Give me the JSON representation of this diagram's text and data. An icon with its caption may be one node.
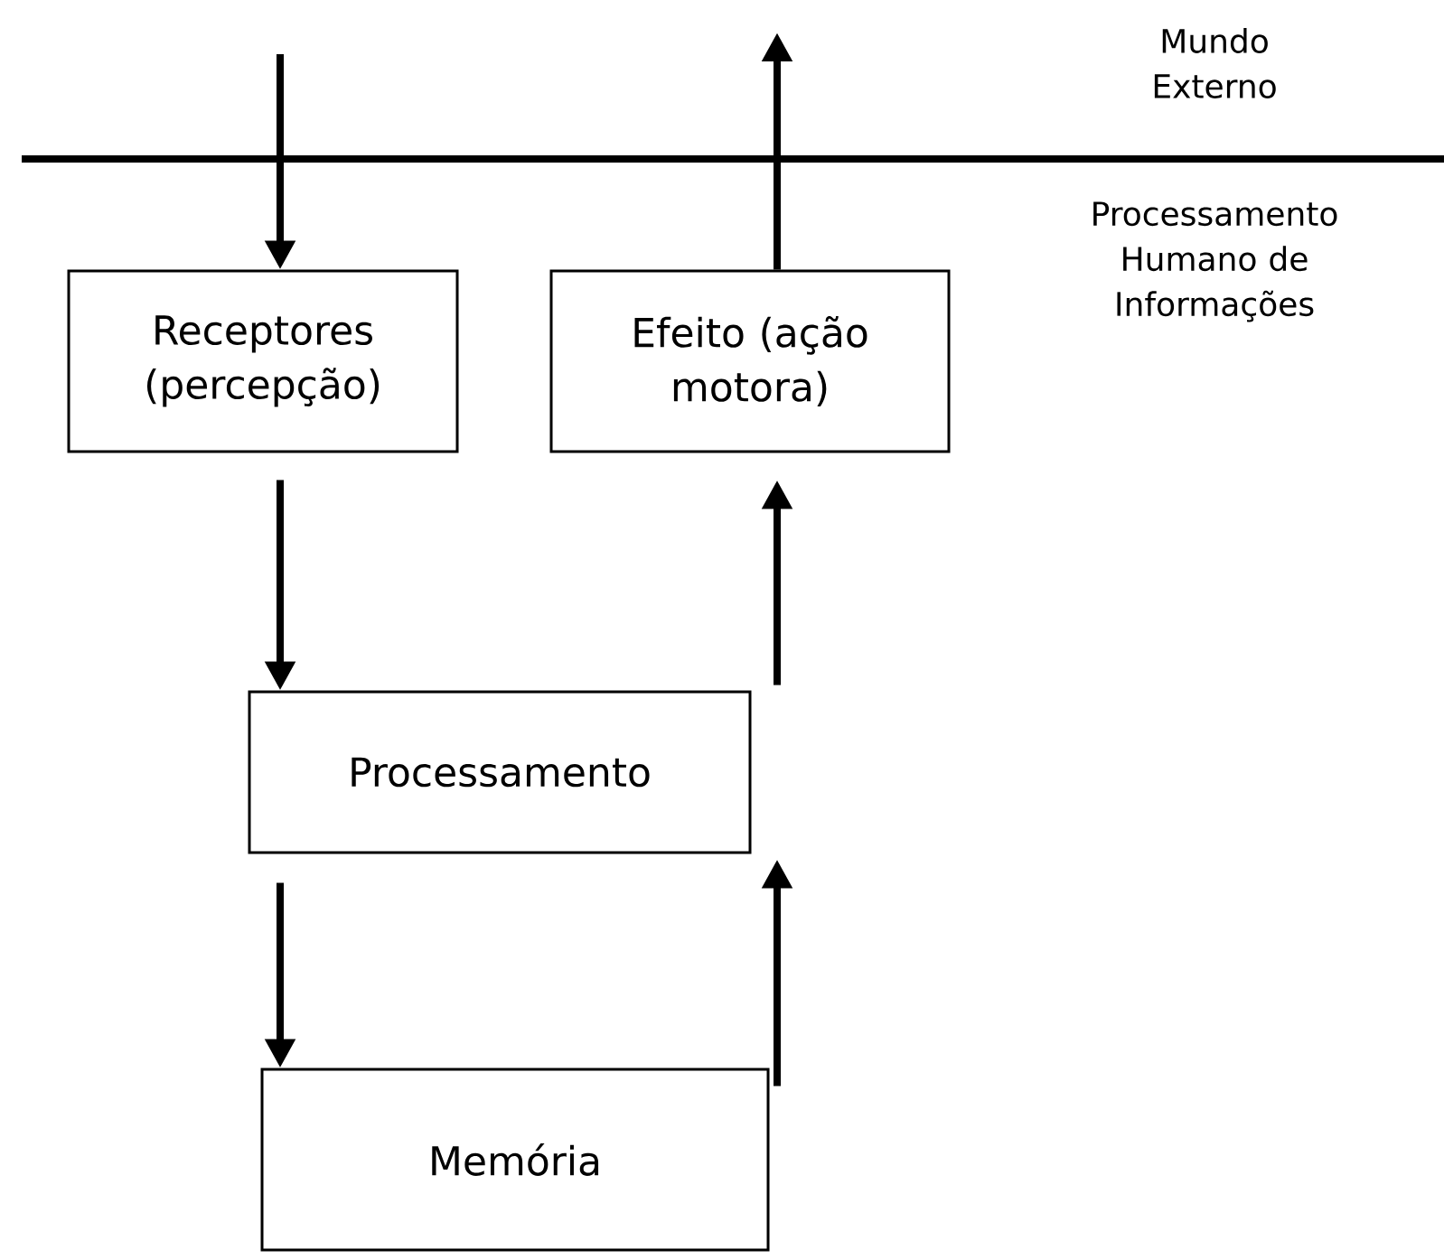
{
  "diagram": {
    "nodes": [
      {
        "text": [
          "Receptores (percepção)"
        ]
      },
      {
        "text": [
          "Efeito (ação motora)"
        ]
      },
      {
        "text": [
          "Processamento"
        ]
      },
      {
        "text": [
          "Memória"
        ]
      }
    ],
    "edges": [
      {
        "from": null,
        "to": 0,
        "arrow": "to"
      },
      {
        "from": 1,
        "to": null,
        "arrow": "to"
      },
      {
        "from": 0,
        "to": 2,
        "arrow": "to"
      },
      {
        "from": 2,
        "to": 1,
        "arrow": "to"
      },
      {
        "from": 2,
        "to": 3,
        "arrow": "to"
      },
      {
        "from": 3,
        "to": 2,
        "arrow": "to"
      }
    ],
    "labels": [
      "Mundo Externo",
      "Processamento Humano de Informações"
    ]
  }
}
